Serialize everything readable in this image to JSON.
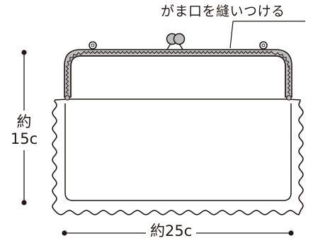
{
  "callout": {
    "text": "がま口を縫いつける"
  },
  "dimensions": {
    "height": {
      "line1": "約",
      "line2": "15c"
    },
    "width": {
      "text": "約25c"
    }
  },
  "colors": {
    "stroke": "#231815",
    "frame_fill": "#bfbfbf",
    "background": "#ffffff"
  }
}
